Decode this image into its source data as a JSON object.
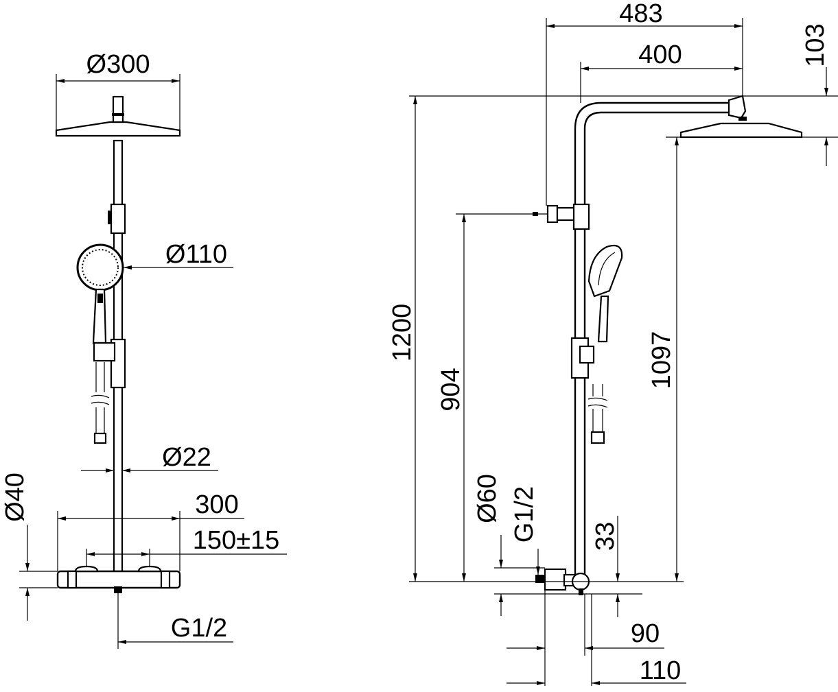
{
  "front_view": {
    "head_diameter": "Ø300",
    "hand_shower_diameter": "Ø110",
    "rail_diameter": "Ø22",
    "body_diameter": "Ø40",
    "width": "300",
    "inlet_spacing": "150±15",
    "outlet_thread": "G1/2"
  },
  "side_view": {
    "arm_projection": "483",
    "arm_length": "400",
    "head_height": "103",
    "total_height": "1200",
    "bracket_height": "904",
    "head_clearance": "1097",
    "flange_diameter": "Ø60",
    "inlet_thread": "G1/2",
    "outlet_offset": "33",
    "depth_body": "90",
    "depth_total": "110"
  }
}
